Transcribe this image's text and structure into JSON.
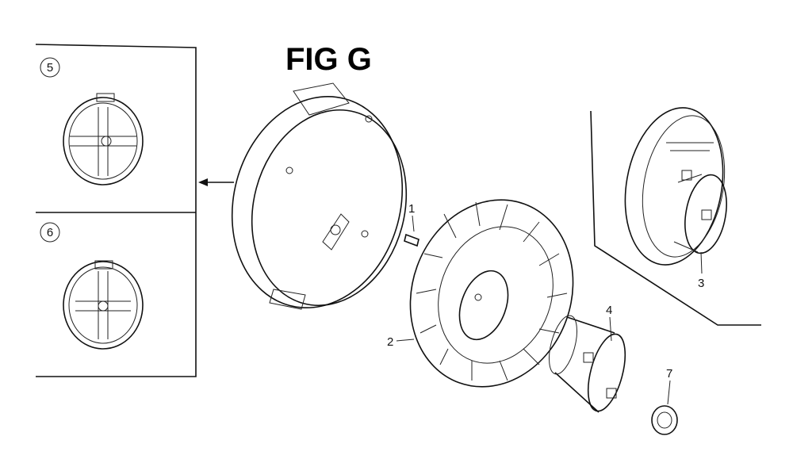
{
  "title": "FIG G",
  "inset_labels": [
    "5",
    "6"
  ],
  "callouts": [
    "1",
    "2",
    "3",
    "4",
    "7"
  ]
}
